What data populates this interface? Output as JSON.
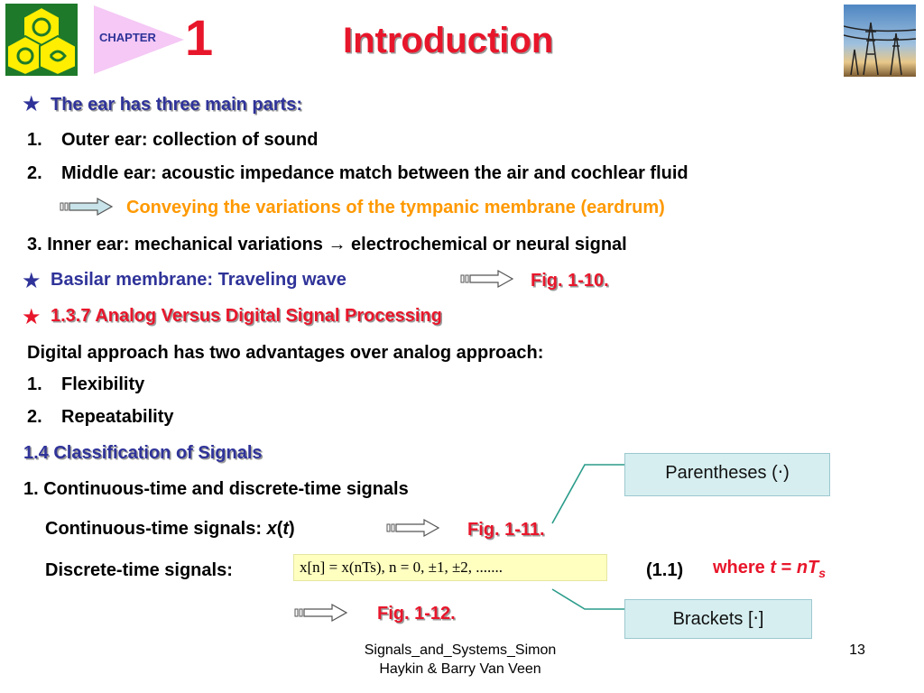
{
  "header": {
    "chapter_label": "CHAPTER",
    "chapter_number": "1",
    "title": "Introduction"
  },
  "ear": {
    "heading": "The ear has three main parts:",
    "item1_num": "1.",
    "item1": "Outer ear: collection of sound",
    "item2_num": "2.",
    "item2": "Middle ear: acoustic impedance match between the air and cochlear fluid",
    "conveying": "Conveying the variations of the tympanic membrane (eardrum)",
    "item3_pre": "3. Inner ear: mechanical variations",
    "item3_arrow": "→",
    "item3_post": "electrochemical or neural signal"
  },
  "basilar": {
    "text": "Basilar membrane: Traveling wave",
    "fig": "Fig. 1-10."
  },
  "section137": {
    "heading": "1.3.7 Analog Versus Digital Signal Processing",
    "intro": "Digital approach has two advantages over analog approach:",
    "item1_num": "1.",
    "item1": "Flexibility",
    "item2_num": "2.",
    "item2": "Repeatability"
  },
  "section14": {
    "heading": "1.4 Classification of Signals",
    "item1": "1. Continuous-time and discrete-time signals",
    "ct_label": "Continuous-time signals: ",
    "ct_x": "x",
    "ct_open": "(",
    "ct_t": "t",
    "ct_close": ")",
    "ct_fig": "Fig. 1-11.",
    "dt_label": "Discrete-time signals:",
    "equation": "x[n] = x(nTs),    n = 0,   ±1,   ±2,   .......",
    "eq_number": "(1.1)",
    "where_pre": "where ",
    "where_t": "t",
    "where_eq": " = ",
    "where_nT": "nT",
    "where_s": "s",
    "dt_fig": "Fig. 1-12.",
    "parentheses_box": "Parentheses (‧)",
    "brackets_box": "Brackets [‧]"
  },
  "footer": {
    "source_line1": "Signals_and_Systems_Simon",
    "source_line2": "Haykin & Barry Van Veen",
    "page_number": "13"
  },
  "colors": {
    "blue": "#2f3399",
    "orange": "#ff9900",
    "red": "#e8162b",
    "box_fill": "#d6eef0",
    "equation_fill": "#ffffc0"
  }
}
